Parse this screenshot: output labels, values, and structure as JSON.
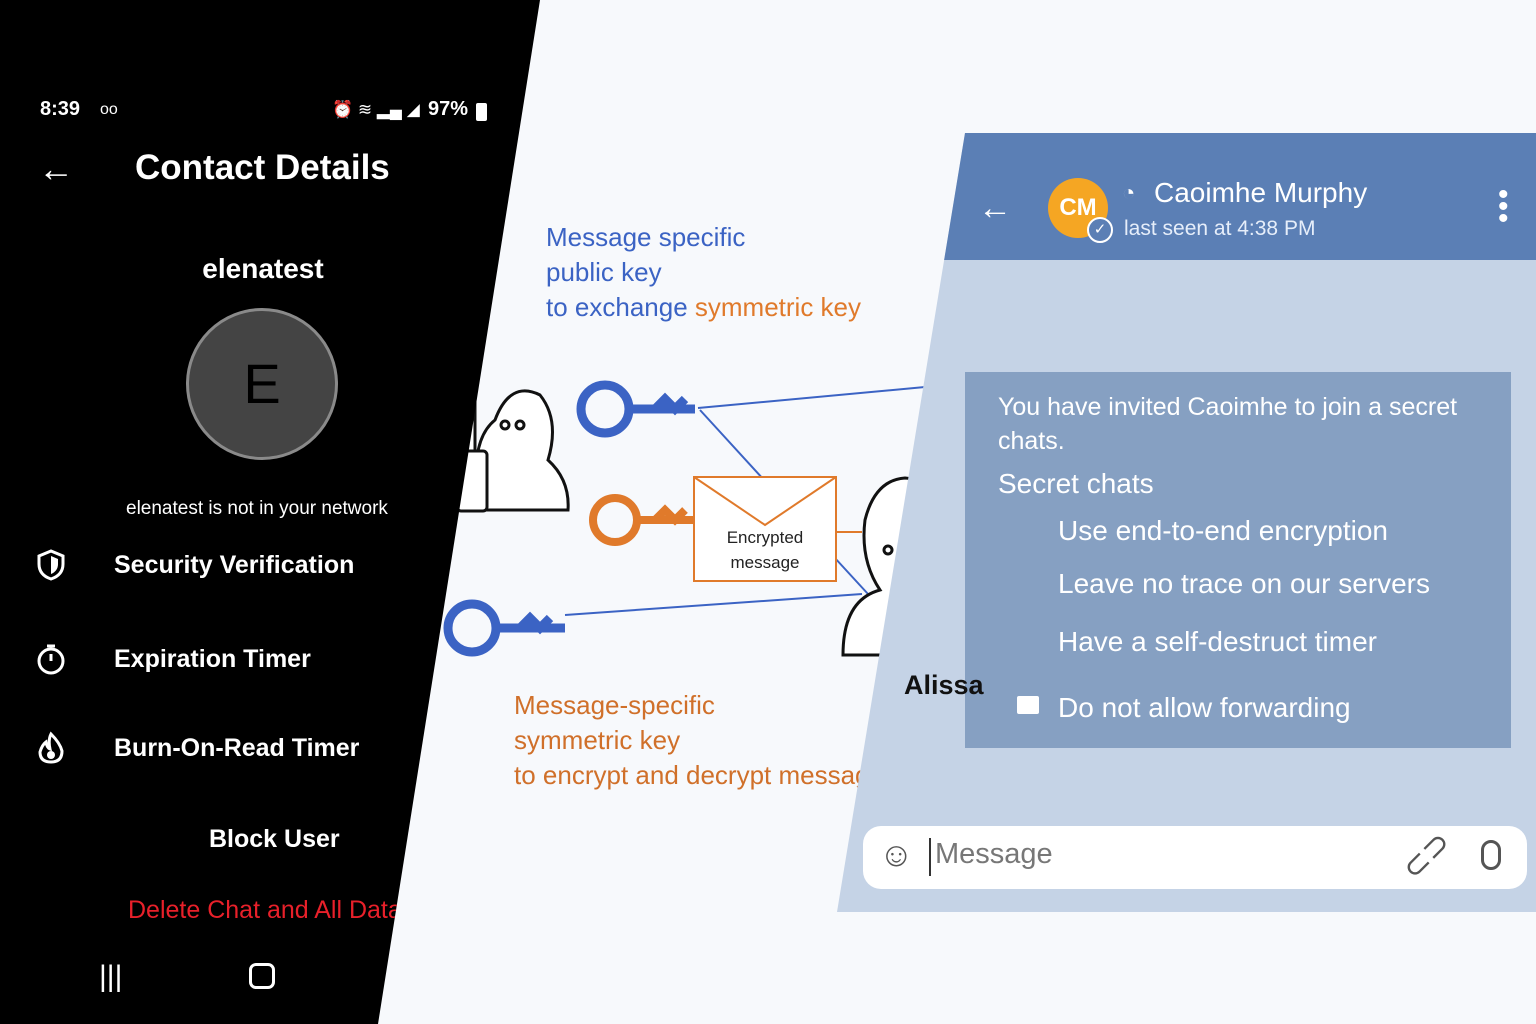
{
  "phone": {
    "status": {
      "time": "8:39",
      "battery": "97%"
    },
    "title": "Contact Details",
    "username": "elenatest",
    "avatar_letter": "E",
    "network_note": "elenatest is not in your network",
    "menu": [
      {
        "label": "Security Verification",
        "icon": "shield-icon"
      },
      {
        "label": "Expiration Timer",
        "icon": "timer-icon"
      },
      {
        "label": "Burn-On-Read Timer",
        "icon": "flame-icon"
      }
    ],
    "block_label": "Block User",
    "delete_label": "Delete Chat and All Data"
  },
  "diagram": {
    "public_key_text": [
      "Message specific",
      "public key",
      "to exchange "
    ],
    "public_key_highlight": "symmetric key",
    "symmetric_key_text": [
      "Message-specific",
      "symmetric key",
      "to encrypt and decrypt messages"
    ],
    "envelope_text": [
      "Encrypted",
      "message"
    ],
    "person_name": "Alissa",
    "colors": {
      "blue": "#3b63c4",
      "orange": "#e07a2b"
    }
  },
  "chat": {
    "avatar_initials": "CM",
    "contact_name": "Caoimhe Murphy",
    "last_seen": "last seen at 4:38 PM",
    "invite_text": "You have invited Caoimhe to join a secret chats.",
    "section_title": "Secret chats",
    "features": [
      "Use end-to-end encryption",
      "Leave no trace on our servers",
      "Have a self-destruct timer",
      "Do not allow forwarding"
    ],
    "input_placeholder": "Message",
    "header_color": "#5b7fb5",
    "avatar_color": "#f5a623"
  }
}
